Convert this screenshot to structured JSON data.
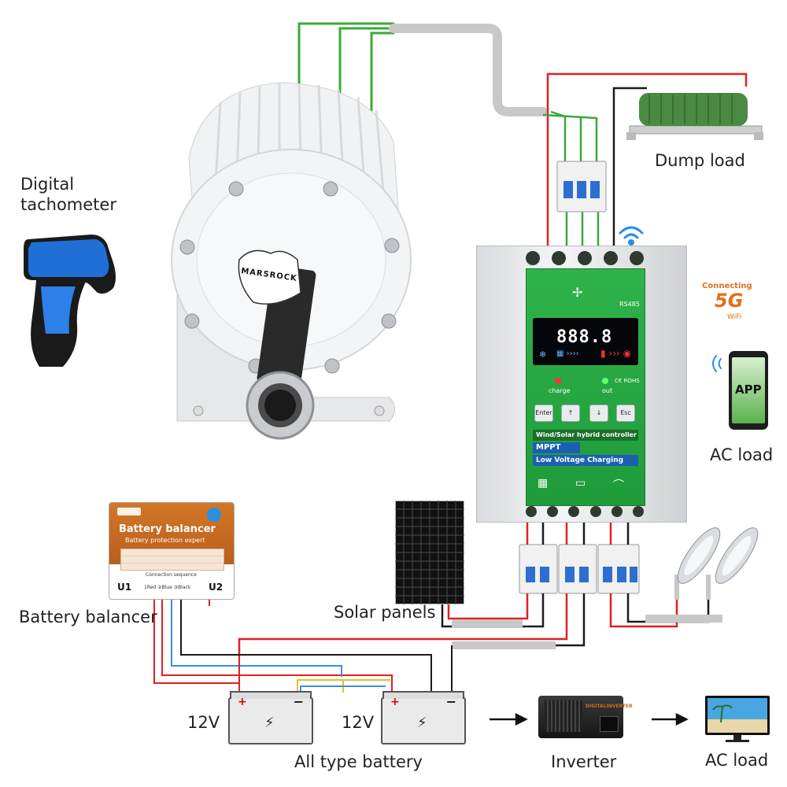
{
  "labels": {
    "digital_tachometer_l1": "Digital",
    "digital_tachometer_l2": "tachometer",
    "dump_load": "Dump load",
    "ac_load_right": "AC load",
    "battery_balancer": "Battery balancer",
    "solar_panels": "Solar panels",
    "all_type_battery": "All type battery",
    "inverter": "Inverter",
    "ac_load_bottom": "AC load",
    "battery_voltage_1": "12V",
    "battery_voltage_2": "12V"
  },
  "generator": {
    "brand": "MARSROCK"
  },
  "controller": {
    "display_digits": "888.8",
    "charge_label": "charge",
    "out_label": "out",
    "cert": "C€ ROHS",
    "rs485": "RS485",
    "buttons": [
      "Enter",
      "↑",
      "↓",
      "Esc"
    ],
    "title_strip": "Wind/Solar hybrid controller",
    "mppt_strip": "MPPT",
    "lowvolt_strip": "Low Voltage Charging"
  },
  "balancer": {
    "title": "Battery balancer",
    "subtitle": "Battery protection expert",
    "u1": "U1",
    "u2": "U2",
    "connection": "Connection sequence",
    "wires": "1Red ②Blue ③Black"
  },
  "connectivity": {
    "connecting": "Connecting",
    "five_g": "5G",
    "wifi": "WiFi",
    "app": "APP"
  },
  "inverter_device": {
    "brand": "DIGITALINVERTER"
  },
  "colors": {
    "wire_red": "#e02020",
    "wire_black": "#1a1a1a",
    "wire_green": "#3aa83a",
    "wire_blue": "#3a8ee8",
    "wire_yellow": "#e8c020",
    "conduit_gray": "#c8c8c8",
    "controller_green": "#2fb34a",
    "balancer_orange": "#c96a22"
  }
}
